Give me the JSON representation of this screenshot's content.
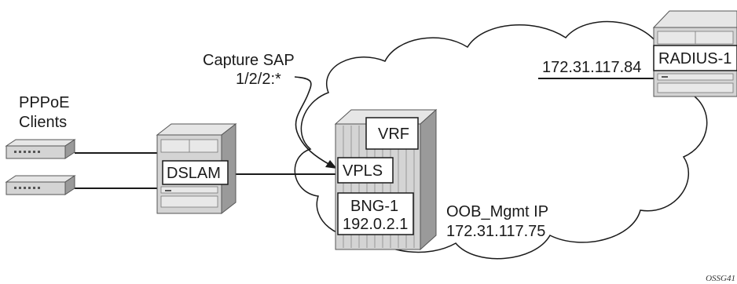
{
  "clients": {
    "label_line1": "PPPoE",
    "label_line2": "Clients"
  },
  "dslam": {
    "label": "DSLAM"
  },
  "capture_sap": {
    "label_line1": "Capture SAP",
    "label_line2": "1/2/2:*"
  },
  "bng": {
    "vrf_label": "VRF",
    "vpls_label": "VPLS",
    "name_label": "BNG-1",
    "ip_label": "192.0.2.1"
  },
  "oob": {
    "label_line1": "OOB_Mgmt IP",
    "label_line2": "172.31.117.75"
  },
  "radius": {
    "label": "RADIUS-1",
    "link_ip": "172.31.117.84"
  },
  "figure_id": "OSSG41",
  "colors": {
    "device_body": "#d4d4d4",
    "device_dark": "#9a9a9a",
    "device_top": "#e6e6e6",
    "line": "#1a1a1a",
    "label_box": "#ffffff"
  }
}
